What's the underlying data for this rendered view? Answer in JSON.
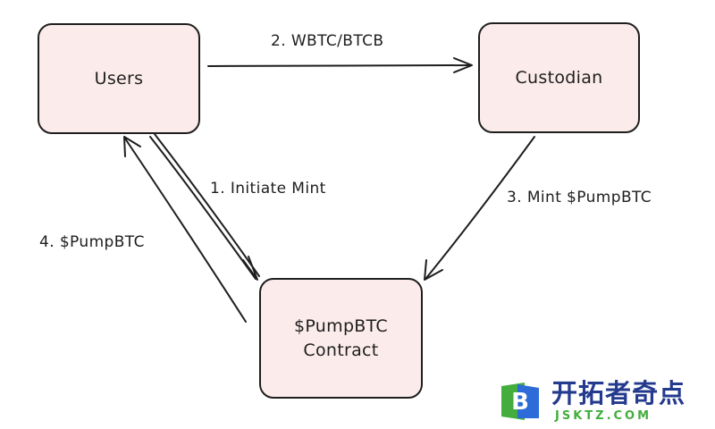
{
  "nodes": {
    "users": "Users",
    "custodian": "Custodian",
    "contract": "$PumpBTC\nContract"
  },
  "edges": {
    "wbtc": "2. WBTC/BTCB",
    "initiate": "1. Initiate Mint",
    "mint": "3. Mint $PumpBTC",
    "pump4": "4. $PumpBTC"
  },
  "watermark": {
    "brand": "开拓者奇点",
    "url": "JSKTZ.COM",
    "mark_letter": "B"
  },
  "colors": {
    "node_fill": "#fbeceb",
    "stroke": "#1e1e1e",
    "brand_blue": "#243a8e",
    "brand_green": "#43ad3d"
  }
}
